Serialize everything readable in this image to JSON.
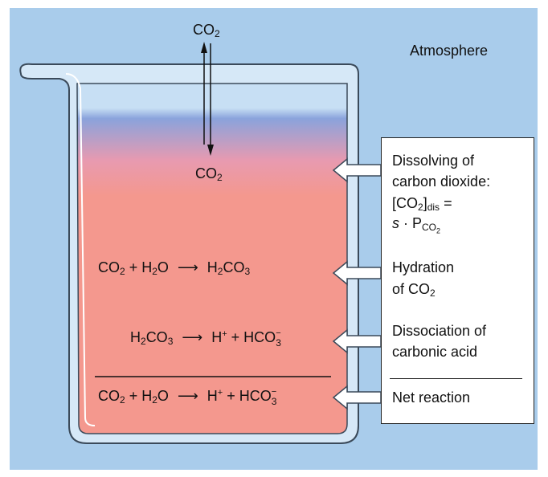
{
  "atmosphere_label": "Atmosphere",
  "co2": {
    "base": "CO",
    "sub": "2"
  },
  "equations": {
    "hydration": {
      "lhs_a": "CO",
      "lhs_a_sub": "2",
      "plus": "+ H",
      "lhs_b_sub": "2",
      "lhs_b_rest": "O",
      "arrow": "⟶",
      "rhs": "H",
      "rhs_sub1": "2",
      "rhs_mid": "CO",
      "rhs_sub2": "3"
    },
    "dissociation": {
      "lhs": "H",
      "lhs_sub1": "2",
      "lhs_mid": "CO",
      "lhs_sub2": "3",
      "arrow": "⟶",
      "h": "H",
      "h_sup": "+",
      "plus": "+ HCO",
      "hco_sup": "−",
      "hco_sub": "3"
    },
    "net": {
      "lhs_a": "CO",
      "lhs_a_sub": "2",
      "plus": "+ H",
      "lhs_b_sub": "2",
      "lhs_b_rest": "O",
      "arrow": "⟶",
      "h": "H",
      "h_sup": "+",
      "plus2": "+ HCO",
      "hco_sup": "−",
      "hco_sub": "3"
    }
  },
  "steps": {
    "dissolving": {
      "line1": "Dissolving of",
      "line2": "carbon dioxide:",
      "conc_open": "[CO",
      "conc_sub": "2",
      "conc_close": "]",
      "conc_index": "dis",
      "equals": " =",
      "s": "s",
      "dot": " · P",
      "p_sub_base": "CO",
      "p_sub_sub": "2"
    },
    "hydration": {
      "line1": "Hydration",
      "line2": "of CO",
      "line2_sub": "2"
    },
    "dissociation": {
      "line1": "Dissociation of",
      "line2": "carbonic acid"
    },
    "net": {
      "line1": "Net reaction"
    }
  },
  "colors": {
    "background": "#a9cceb",
    "liquid": "#f4988e",
    "surface": "#c9e2f6",
    "outline": "#3b4a5a"
  }
}
